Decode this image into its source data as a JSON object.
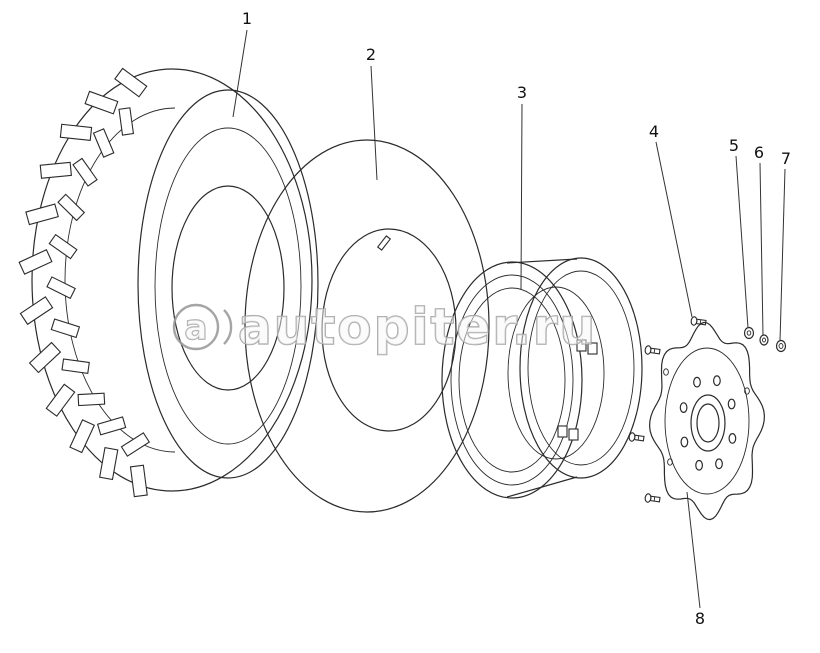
{
  "watermark": {
    "logo_letter": "a",
    "text": "autopiter.ru"
  },
  "part_labels": [
    "1",
    "2",
    "3",
    "4",
    "5",
    "6",
    "7",
    "8"
  ],
  "colors": {
    "line": "#2b2b2b",
    "watermark": "#9c9c9c",
    "background": "#ffffff"
  }
}
